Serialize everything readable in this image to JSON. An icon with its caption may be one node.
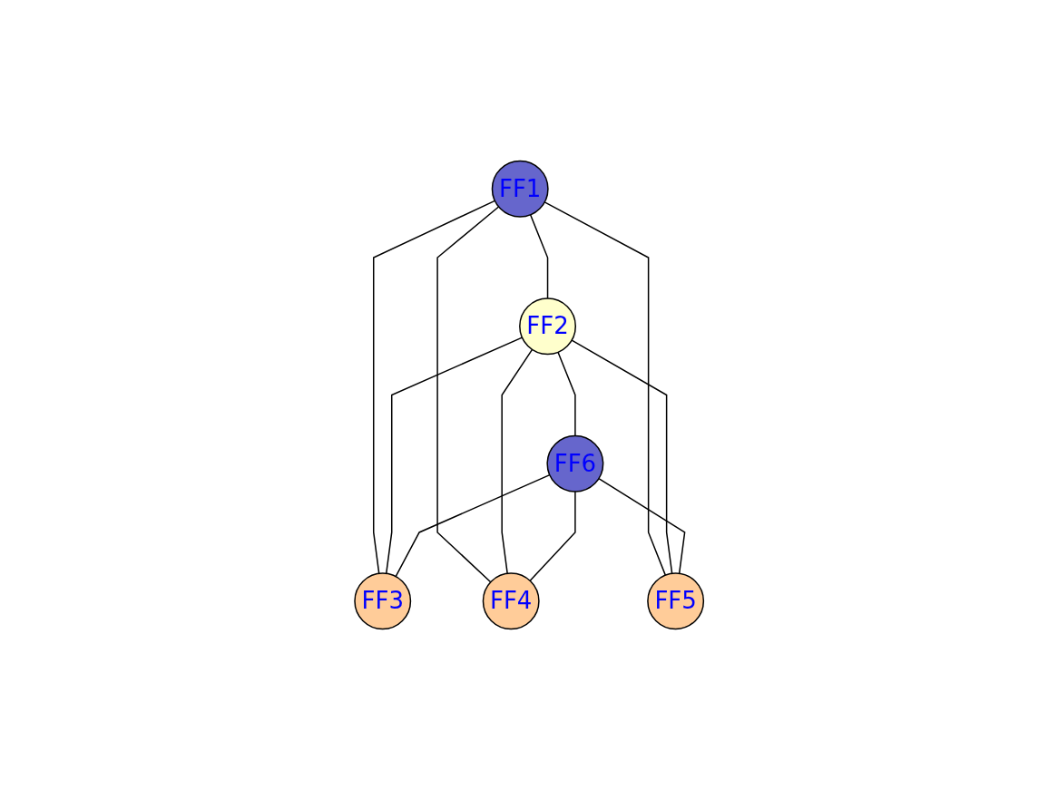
{
  "diagram": {
    "nodes": [
      {
        "text": [
          "FF1"
        ]
      },
      {
        "text": [
          "FF2"
        ]
      },
      {
        "text": [
          "FF6"
        ]
      },
      {
        "text": [
          "FF3"
        ]
      },
      {
        "text": [
          "FF5"
        ]
      },
      {
        "text": [
          "FF4"
        ]
      }
    ],
    "edges": [
      {
        "from": 0,
        "to": 1,
        "arrow": "none"
      },
      {
        "from": 0,
        "to": 3,
        "arrow": "none"
      },
      {
        "from": 0,
        "to": 5,
        "arrow": "none"
      },
      {
        "from": 0,
        "to": 4,
        "arrow": "none"
      },
      {
        "from": 1,
        "to": 2,
        "arrow": "none"
      },
      {
        "from": 1,
        "to": 4,
        "arrow": "none"
      },
      {
        "from": 1,
        "to": 5,
        "arrow": "none"
      },
      {
        "from": 1,
        "to": 3,
        "arrow": "none"
      },
      {
        "from": 2,
        "to": 3,
        "arrow": "none"
      },
      {
        "from": 2,
        "to": 5,
        "arrow": "none"
      },
      {
        "from": 2,
        "to": 4,
        "arrow": "none"
      }
    ]
  }
}
